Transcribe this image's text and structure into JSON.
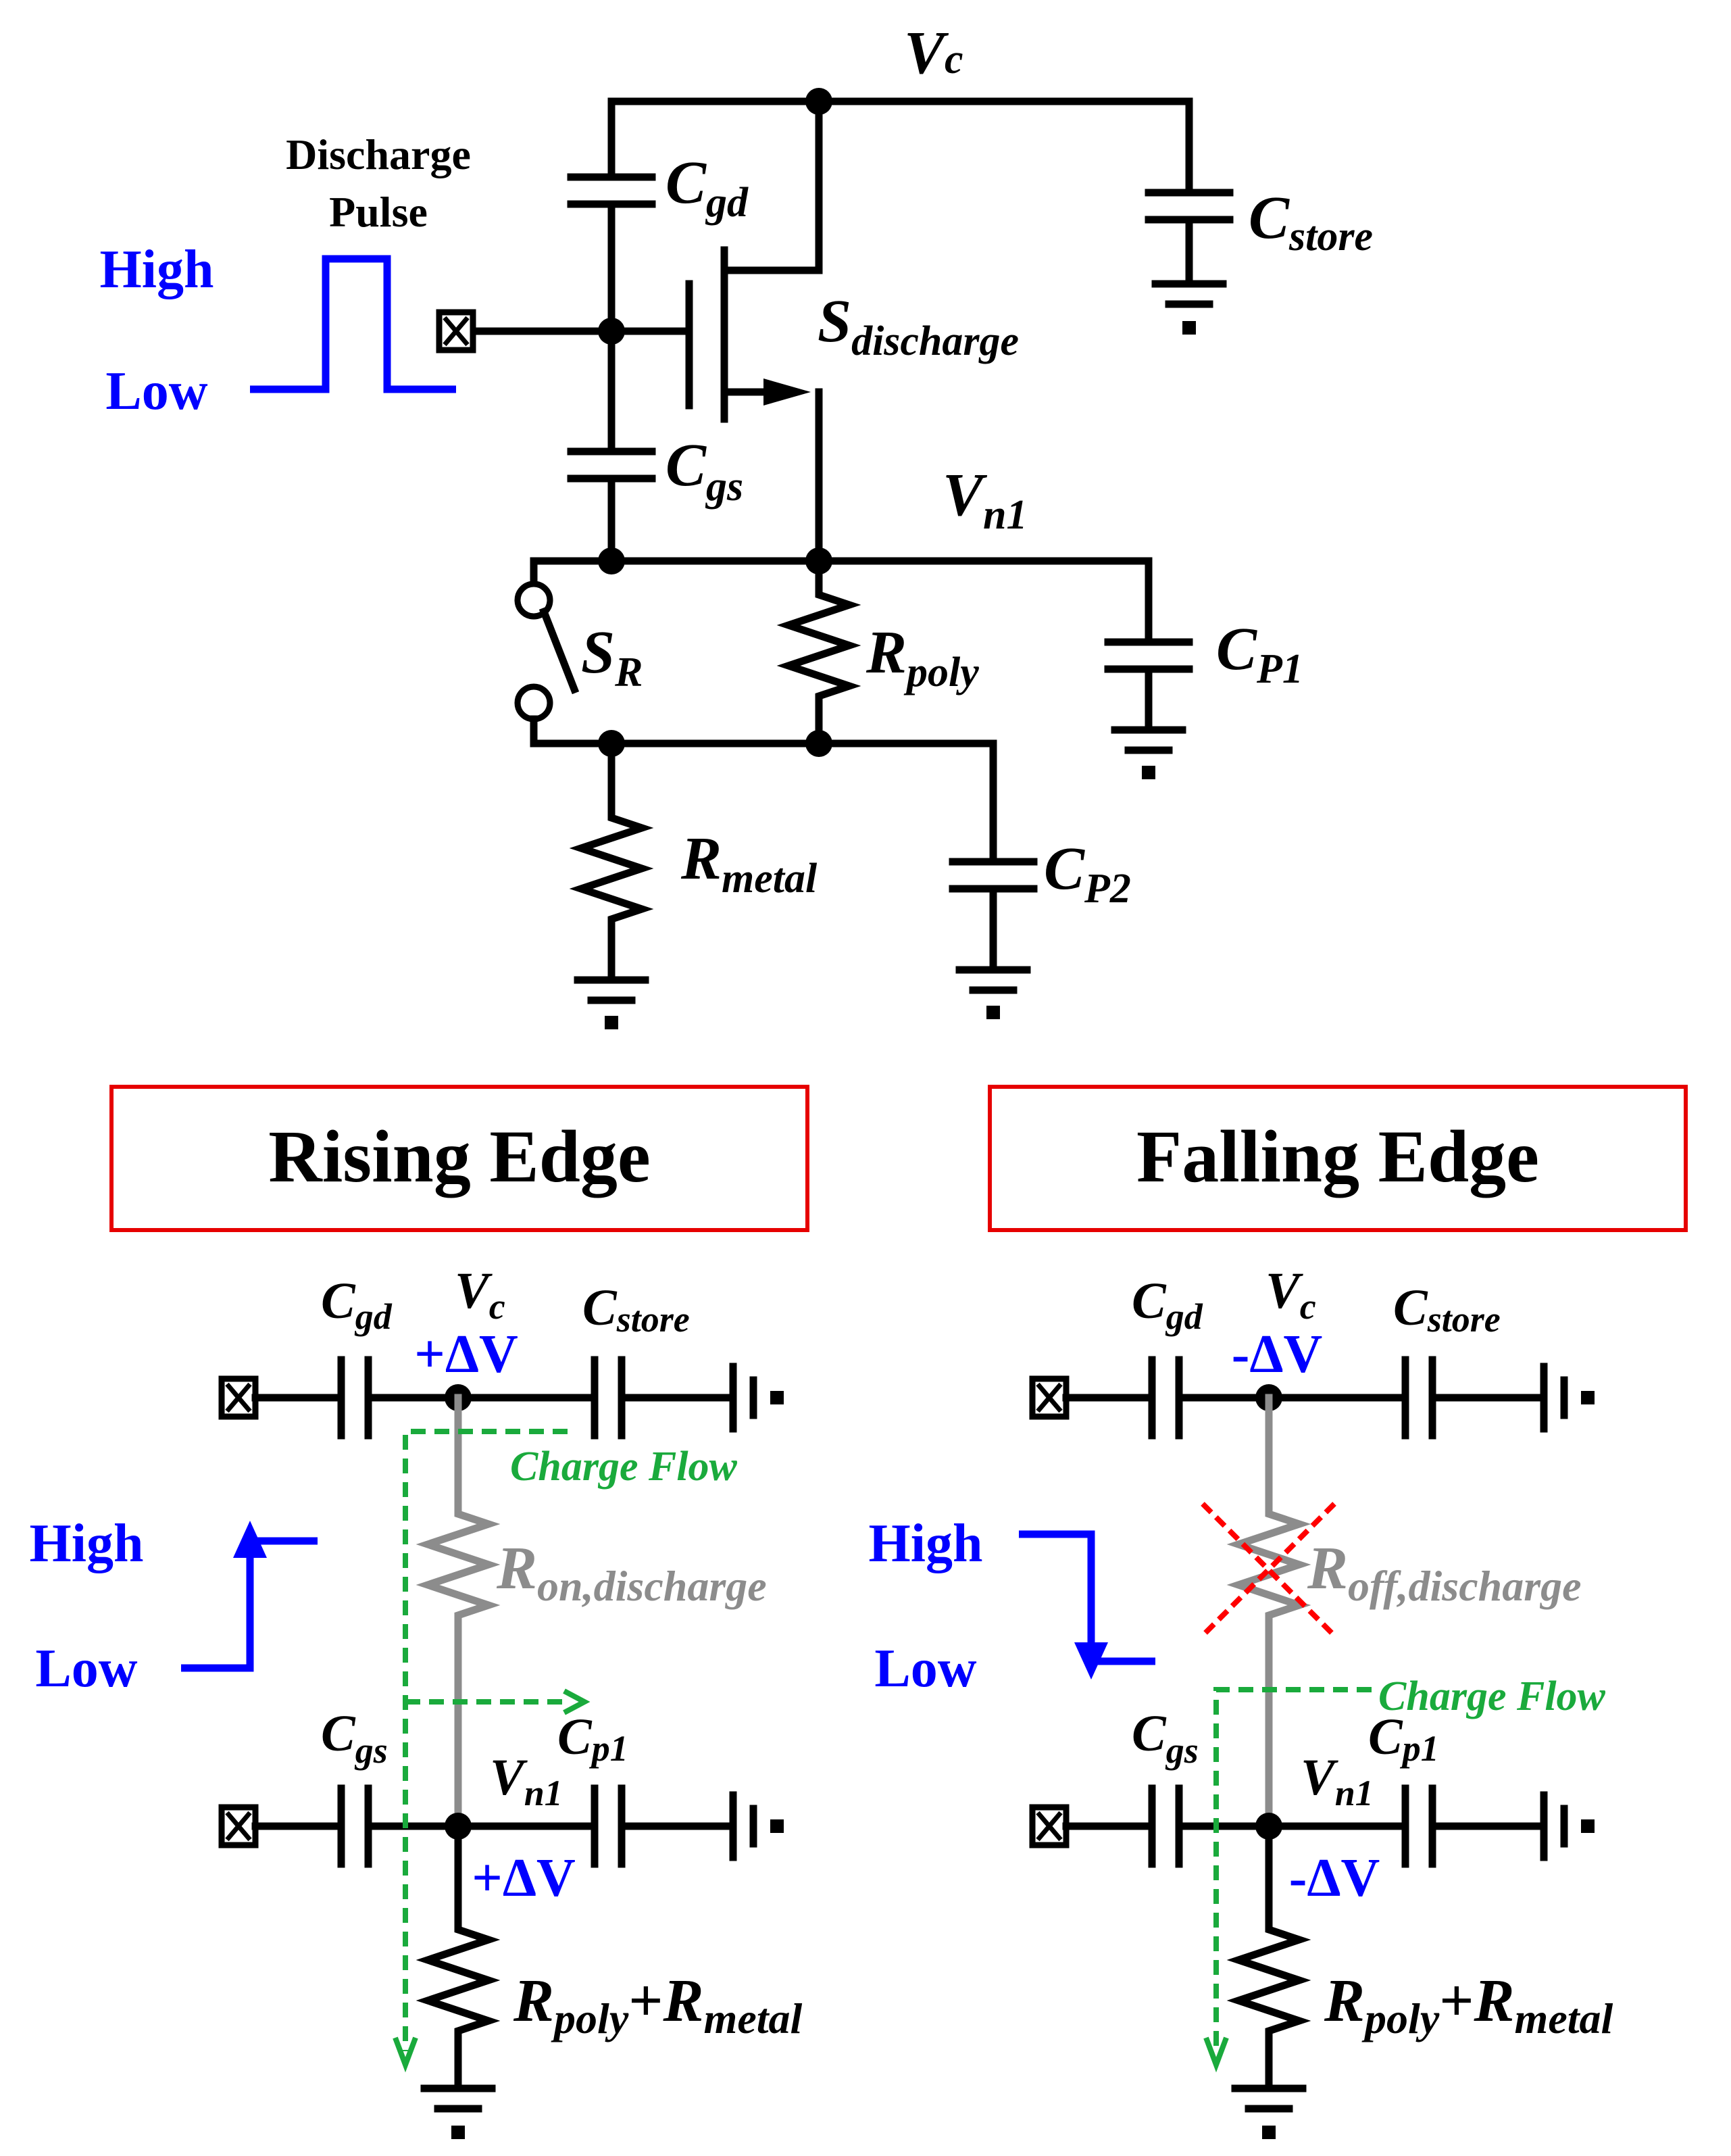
{
  "top": {
    "vc": "V",
    "vc_sub": "c",
    "cgd": "C",
    "cgd_sub": "gd",
    "cgs": "C",
    "cgs_sub": "gs",
    "cstore": "C",
    "cstore_sub": "store",
    "sdis": "S",
    "sdis_sub": "discharge",
    "vn1": "V",
    "vn1_sub": "n1",
    "sr": "S",
    "sr_sub": "R",
    "rpoly": "R",
    "rpoly_sub": "poly",
    "cp1": "C",
    "cp1_sub": "P1",
    "rmetal": "R",
    "rmetal_sub": "metal",
    "cp2": "C",
    "cp2_sub": "P2",
    "pulse_line1": "Discharge",
    "pulse_line2": "Pulse",
    "high": "High",
    "low": "Low"
  },
  "rising": {
    "title": "Rising Edge",
    "high": "High",
    "low": "Low",
    "cgd": "C",
    "cgd_sub": "gd",
    "vc": "V",
    "vc_sub": "c",
    "dv_top": "+ΔV",
    "cstore": "C",
    "cstore_sub": "store",
    "flow": "Charge Flow",
    "ron": "R",
    "ron_sub": "on,discharge",
    "cgs": "C",
    "cgs_sub": "gs",
    "vn1": "V",
    "vn1_sub": "n1",
    "cp1": "C",
    "cp1_sub": "p1",
    "dv_bot": "+ΔV",
    "rsum_a": "R",
    "rsum_a_sub": "poly",
    "plus": "+",
    "rsum_b": "R",
    "rsum_b_sub": "metal"
  },
  "falling": {
    "title": "Falling Edge",
    "high": "High",
    "low": "Low",
    "cgd": "C",
    "cgd_sub": "gd",
    "vc": "V",
    "vc_sub": "c",
    "dv_top": "-ΔV",
    "cstore": "C",
    "cstore_sub": "store",
    "flow": "Charge Flow",
    "roff": "R",
    "roff_sub": "off,discharge",
    "cgs": "C",
    "cgs_sub": "gs",
    "vn1": "V",
    "vn1_sub": "n1",
    "cp1": "C",
    "cp1_sub": "p1",
    "dv_bot": "-ΔV",
    "rsum_a": "R",
    "rsum_a_sub": "poly",
    "plus": "+",
    "rsum_b": "R",
    "rsum_b_sub": "metal"
  },
  "colors": {
    "wire": "#000000",
    "signal": "#0000ff",
    "flow": "#1aaa3c",
    "off_path": "#8c8c8c",
    "box": "#e60000",
    "cross": "#ff0000"
  }
}
